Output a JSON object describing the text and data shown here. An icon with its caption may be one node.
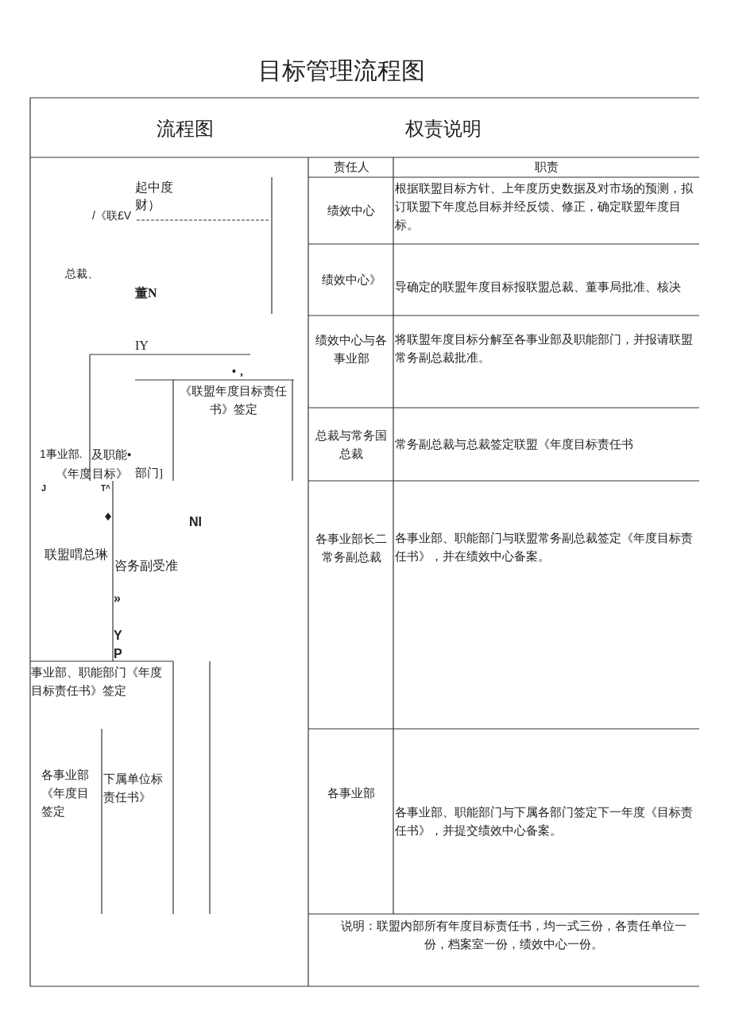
{
  "diagram": {
    "title": "目标管理流程图",
    "labels": [
      "流程图",
      "权责说明",
      "责任人",
      "职责",
      "绩效中心",
      "根据联盟目标方针、上年度历史数据及对市场的预测，拟订联盟下年度总目标并经反馈、修正，确定联盟年度目标。",
      "绩效中心》",
      "导确定的联盟年度目标报联盟总裁、董事局批准、核决",
      "绩效中心与各事业部",
      "将联盟年度目标分解至各事业部及职能部门，并报请联盟常务副总裁批准。",
      "总裁与常务国总裁",
      "常务副总裁与总裁签定联盟《年度目标责任书",
      "各事业部长二常务副总裁",
      "各事业部、职能部门与联盟常务副总裁签定《年度目标责任书》，并在绩效中心备案。",
      "各事业部",
      "各事业部、职能部门与下属各部门签定下一年度《目标责任书》，并提交绩效中心备案。",
      "说明：联盟内部所有年度目标责任书，均一式三份，各责任单位一份，档案室一份，绩效中心一份。",
      "起中度",
      "财）",
      "/《联£V",
      "总裁、",
      "董N",
      "IY",
      "•，",
      "《联盟年度目标责任书》签定",
      "1事业部.",
      "及职能•",
      "《年度",
      "目标》",
      "部门]",
      "J",
      "T^",
      "NI",
      "联盟喟总琳",
      "咨务副受准",
      "»",
      "Y",
      "P",
      "事业部、职能部门《年度目标责任书》签定",
      "各事业部《年度目签定",
      "下属单位标责任书》"
    ]
  }
}
